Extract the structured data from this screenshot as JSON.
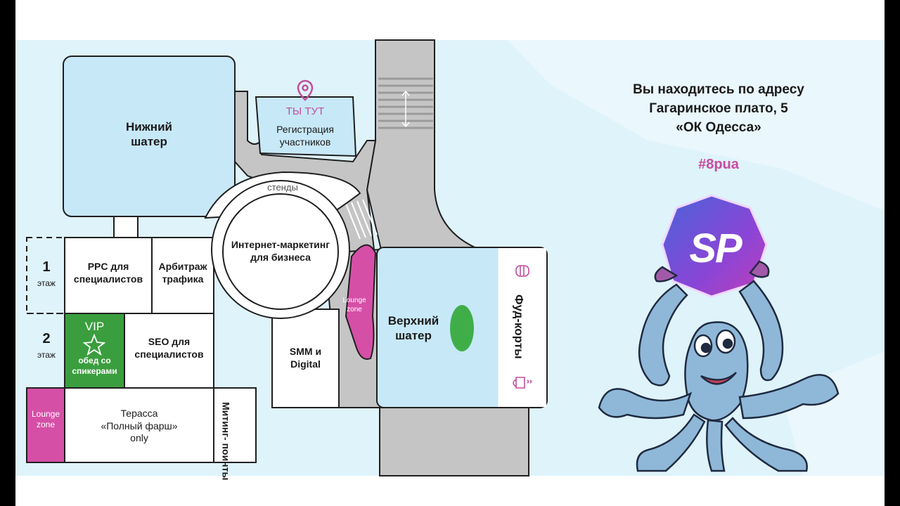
{
  "address": {
    "line1": "Вы находитесь по адресу",
    "line2": "Гагаринское плато, 5",
    "line3": "«ОК Одесса»",
    "hashtag": "#8pua"
  },
  "logo": {
    "text": "SP"
  },
  "floors": [
    {
      "number": "1",
      "label": "этаж"
    },
    {
      "number": "2",
      "label": "этаж"
    }
  ],
  "zones": {
    "lower_tent": "Нижний\nшатер",
    "you_are_here": "ТЫ ТУТ",
    "registration": "Регистрация\nучастников",
    "stands": "стенды",
    "internet_marketing": "Интернет-маркетинг\nдля бизнеса",
    "ppc": "PPC для\nспециалистов",
    "arbitrage": "Арбитраж\nтрафика",
    "vip_title": "VIP",
    "vip_sub": "обед со\nспикерами",
    "seo": "SEO для\nспециалистов",
    "smm": "SMM и\nDigital",
    "lounge_right": "Lounge\nzone",
    "lounge_left": "Lounge\nzone",
    "terrace": "Терасса\n«Полный фарш»\nonly",
    "meeting_points": "Митинг-\nпоинты",
    "upper_tent": "Верхний\nшатер",
    "food_courts": "Фуд-корты"
  },
  "colors": {
    "sky": "#dff3fb",
    "building": "#c7e8f7",
    "road": "#c5c5c5",
    "outline": "#1f1f1f",
    "magenta": "#d64fa7",
    "vip_green": "#3a9e3e",
    "green_marker": "#3fae49",
    "hashtag": "#c94aa0",
    "pin": "#c24d9c"
  },
  "icons": [
    "map-pin-icon",
    "star-icon",
    "burger-icon",
    "coffee-icon",
    "octopus-mascot"
  ]
}
